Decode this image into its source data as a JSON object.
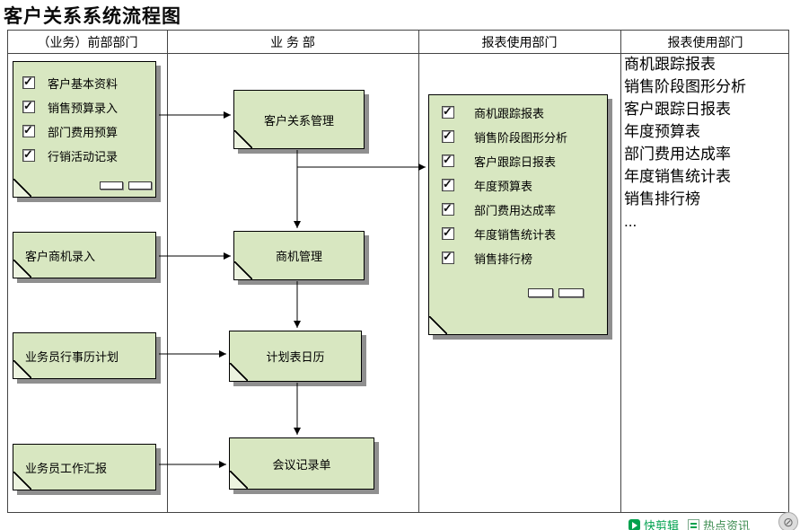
{
  "title": "客户关系系统流程图",
  "columns": [
    "（业务）前部部门",
    "业 务 部",
    "报表使用部门",
    "报表使用部门"
  ],
  "input_doc": {
    "items": [
      "客户基本资料",
      "销售预算录入",
      "部门费用预算",
      "行销活动记录"
    ]
  },
  "source_docs": [
    "客户商机录入",
    "业务员行事历计划",
    "业务员工作汇报"
  ],
  "process_boxes": [
    "客户关系管理",
    "商机管理",
    "计划表日历",
    "会议记录单"
  ],
  "report_doc": {
    "items": [
      "商机跟踪报表",
      "销售阶段图形分析",
      "客户跟踪日报表",
      "年度预算表",
      "部门费用达成率",
      "年度销售统计表",
      "销售排行榜"
    ]
  },
  "report_list": [
    "商机跟踪报表",
    "销售阶段图形分析",
    "客户跟踪日报表",
    "年度预算表",
    "部门费用达成率",
    "年度销售统计表",
    "销售排行榜",
    "..."
  ],
  "taskbar": {
    "quick_cut": "快剪辑",
    "hot_news": "热点资讯"
  },
  "icons": {
    "checkbox_check": "✓",
    "play": "▶",
    "news": "≡",
    "mute": "⊘"
  },
  "colors": {
    "doc_fill": "#d8e7c1",
    "doc_fold": "#ecf3df",
    "doc_shadow": "#8f8f8f",
    "grid_line": "#444444",
    "quick_cut_green": "#00a14e",
    "hot_news_green": "#3f8d52"
  }
}
